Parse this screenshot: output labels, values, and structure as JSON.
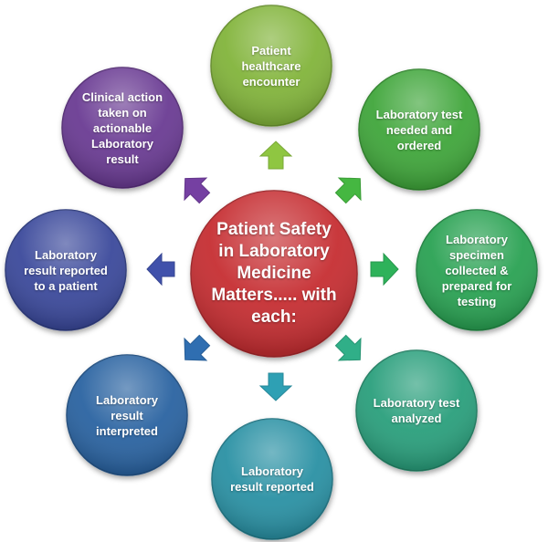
{
  "center": {
    "label": "Patient Safety in Laboratory Medicine Matters..... with each:",
    "color": "#c62f33"
  },
  "nodes": [
    {
      "id": "patient-healthcare-encounter",
      "label": "Patient healthcare encounter",
      "color": "#82b43b"
    },
    {
      "id": "test-needed-ordered",
      "label": "Laboratory test needed and ordered",
      "color": "#3fa63b"
    },
    {
      "id": "specimen-collected",
      "label": "Laboratory specimen collected & prepared for testing",
      "color": "#2aa252"
    },
    {
      "id": "test-analyzed",
      "label": "Laboratory test analyzed",
      "color": "#2c9f7c"
    },
    {
      "id": "result-reported",
      "label": "Laboratory result reported",
      "color": "#2a91a4"
    },
    {
      "id": "result-interpreted",
      "label": "Laboratory result interpreted",
      "color": "#2b64a1"
    },
    {
      "id": "result-reported-to-patient",
      "label": "Laboratory result reported to a patient",
      "color": "#3a4a9b"
    },
    {
      "id": "clinical-action-taken",
      "label": "Clinical action taken on actionable Laboratory result",
      "color": "#6a3a93"
    }
  ]
}
